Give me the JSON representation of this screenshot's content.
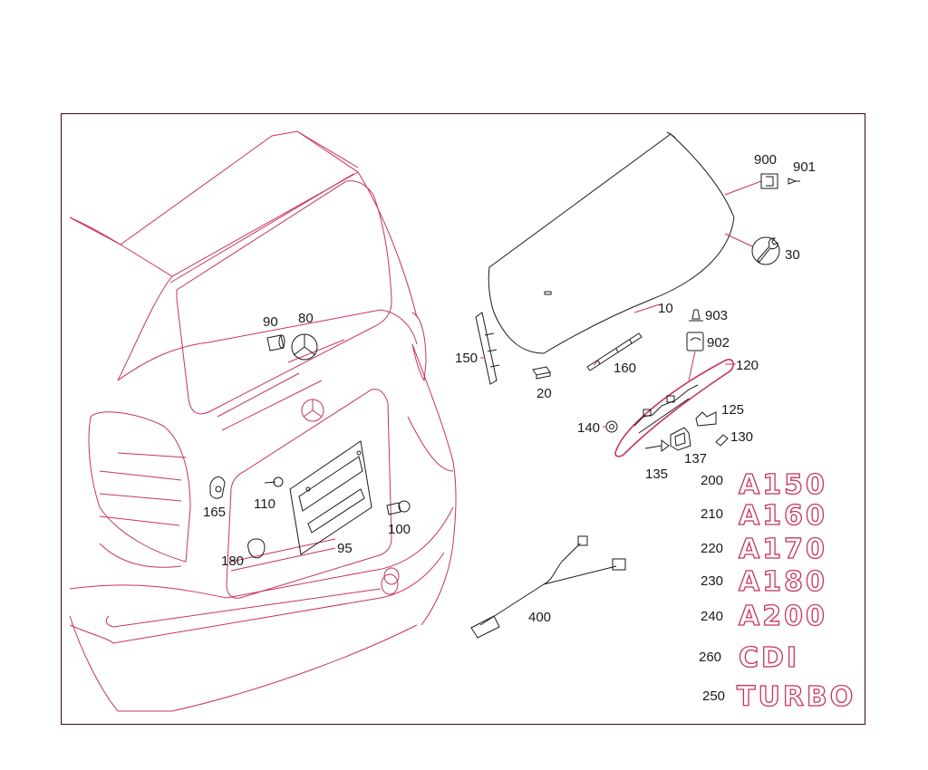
{
  "diagram": {
    "part_labels": {
      "p10": "10",
      "p20": "20",
      "p30": "30",
      "p80": "80",
      "p90": "90",
      "p95": "95",
      "p100": "100",
      "p110": "110",
      "p120": "120",
      "p125": "125",
      "p130": "130",
      "p135": "135",
      "p137": "137",
      "p140": "140",
      "p150": "150",
      "p160": "160",
      "p165": "165",
      "p180": "180",
      "p400": "400",
      "p900": "900",
      "p901": "901",
      "p902": "902",
      "p903": "903"
    },
    "badges": [
      {
        "number": "200",
        "text": "A150"
      },
      {
        "number": "210",
        "text": "A160"
      },
      {
        "number": "220",
        "text": "A170"
      },
      {
        "number": "230",
        "text": "A180"
      },
      {
        "number": "240",
        "text": "A200"
      },
      {
        "number": "260",
        "text": "CDI"
      },
      {
        "number": "250",
        "text": "TURBO"
      }
    ],
    "colors": {
      "line": "#c8345a",
      "detail": "#1a1a1a",
      "frame": "#3a0a14"
    }
  }
}
